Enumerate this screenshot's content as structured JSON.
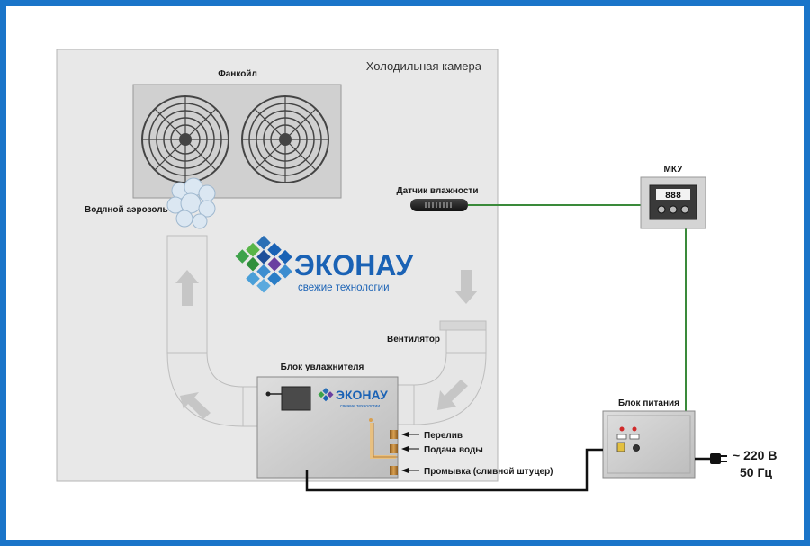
{
  "labels": {
    "cold_room": "Холодильная камера",
    "fancoil": "Фанкойл",
    "aerosol": "Водяной аэрозоль",
    "humidity_sensor": "Датчик влажности",
    "mku": "МКУ",
    "mku_display": "888",
    "ventilator": "Вентилятор",
    "humidifier_block": "Блок увлажнителя",
    "overflow": "Перелив",
    "water_supply": "Подача воды",
    "flush": "Промывка (сливной штуцер)",
    "power_block": "Блок питания",
    "voltage": "~ 220 В",
    "frequency": "50 Гц"
  },
  "logo": {
    "name": "ЭКОНАУ",
    "tagline": "свежие технологии"
  },
  "colors": {
    "frame_border": "#1a75c9",
    "room_fill": "#e8e8e8",
    "duct_fill": "#e6e6e6",
    "wire_green": "#3a8a3a",
    "cable_black": "#111111",
    "logo_blue": "#1a62b5",
    "logo_green": "#4caf50"
  }
}
